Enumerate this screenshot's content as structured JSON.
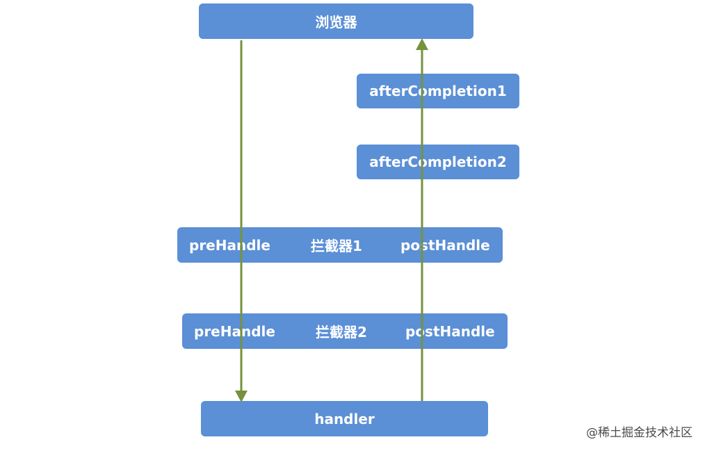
{
  "diagram": {
    "browser": "浏览器",
    "after_completion_1": "afterCompletion1",
    "after_completion_2": "afterCompletion2",
    "interceptor1": {
      "pre": "preHandle",
      "name": "拦截器1",
      "post": "postHandle"
    },
    "interceptor2": {
      "pre": "preHandle",
      "name": "拦截器2",
      "post": "postHandle"
    },
    "handler": "handler"
  },
  "watermark": "@稀土掘金技术社区",
  "colors": {
    "box": "#5b8fd6",
    "box_text": "#ffffff",
    "arrow": "#76923c"
  }
}
